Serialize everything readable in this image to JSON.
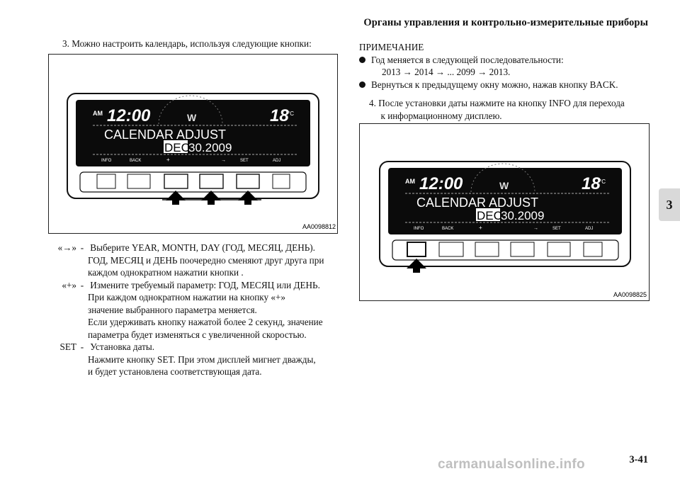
{
  "header": {
    "title": "Органы управления и контрольно-измерительные приборы"
  },
  "left": {
    "intro": "3.  Можно настроить календарь, используя следующие кнопки:",
    "figure_label": "AA0098812",
    "items": [
      {
        "key": "«→»",
        "dash": "-",
        "lines": [
          "Выберите YEAR, MONTH, DAY (ГОД, МЕСЯЦ, ДЕНЬ).",
          "ГОД, МЕСЯЦ и ДЕНЬ поочередно сменяют друг друга при",
          "каждом однократном нажатии кнопки ."
        ]
      },
      {
        "key": "«+»",
        "dash": "-",
        "lines": [
          "Измените требуемый параметр: ГОД, МЕСЯЦ или ДЕНЬ.",
          "При каждом однократном нажатии на кнопку «+»",
          "значение выбранного параметра меняется.",
          "Если удерживать кнопку нажатой более 2 секунд, значение",
          "параметра будет изменяться с увеличенной скоростью."
        ]
      },
      {
        "key": "SET",
        "dash": "-",
        "lines": [
          "Установка даты.",
          "Нажмите кнопку SET. При этом дисплей мигнет дважды,",
          "и будет установлена соответствующая дата."
        ]
      }
    ]
  },
  "right": {
    "note_title": "ПРИМЕЧАНИЕ",
    "bullets": [
      {
        "lines": [
          "Год меняется в следующей последовательности:",
          "2013 → 2014 → ... 2099 → 2013."
        ]
      },
      {
        "lines": [
          "Вернуться к предыдущему окну можно, нажав кнопку BACK."
        ]
      }
    ],
    "step4": [
      "4.  После установки даты нажмите на кнопку INFO для перехода",
      "     к информационному дисплею."
    ],
    "figure_label": "AA0098825"
  },
  "display": {
    "am": "AM",
    "time": "12:00",
    "temp": "18",
    "temp_unit": "°C",
    "compass": "W",
    "calendar_title": "CALENDAR ADJUST",
    "month": "DEC",
    "date": "30.2009",
    "softkeys": [
      "INFO",
      "BACK",
      "+",
      "→",
      "SET",
      "ADJ"
    ]
  },
  "chapter_tab": "3",
  "page_number": "3-41",
  "watermark": "carmanualsonline.info"
}
